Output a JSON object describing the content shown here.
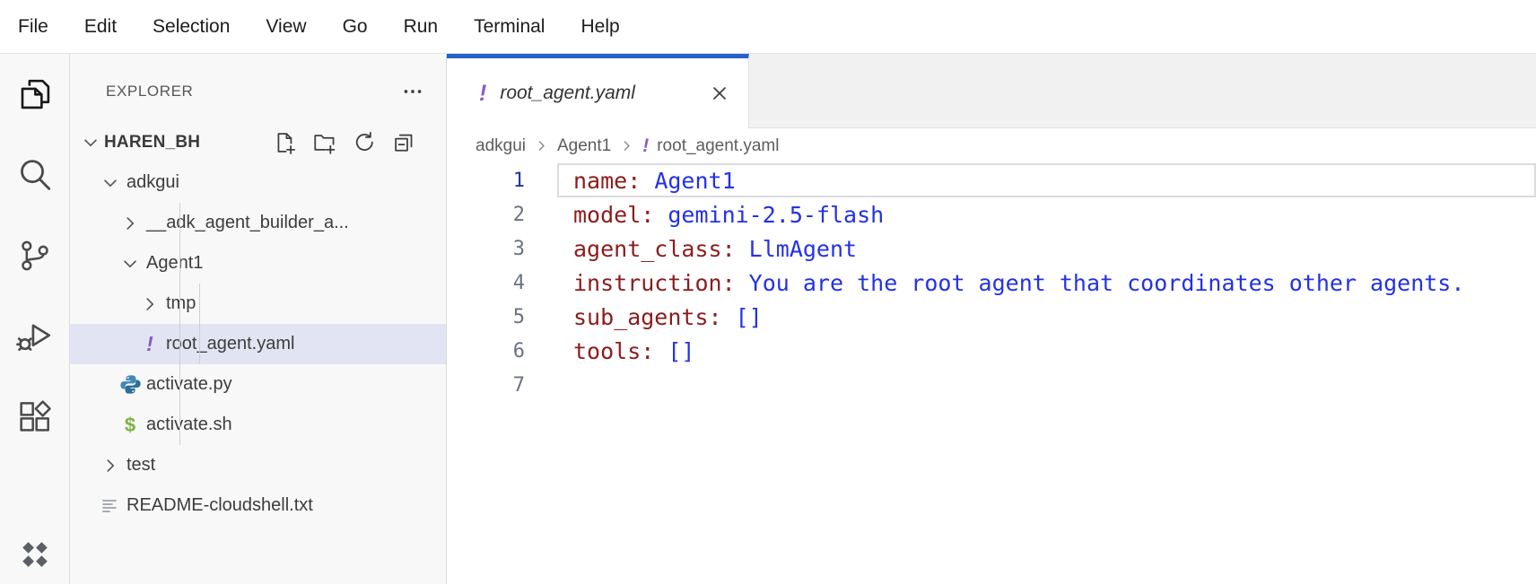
{
  "menu_bar": {
    "items": [
      "File",
      "Edit",
      "Selection",
      "View",
      "Go",
      "Run",
      "Terminal",
      "Help"
    ]
  },
  "activity_bar": {
    "items": [
      {
        "name": "explorer",
        "active": true
      },
      {
        "name": "search",
        "active": false
      },
      {
        "name": "source-control",
        "active": false
      },
      {
        "name": "run-and-debug",
        "active": false
      },
      {
        "name": "extensions",
        "active": false
      },
      {
        "name": "cloud-code",
        "active": false,
        "bottom": true
      }
    ]
  },
  "sidebar": {
    "title": "EXPLORER",
    "more_icon": "ellipsis-icon",
    "section": {
      "name": "HAREN_BH",
      "expanded": true,
      "actions": [
        "new-file",
        "new-folder",
        "refresh",
        "collapse-all"
      ]
    },
    "tree": [
      {
        "label": "adkgui",
        "level": 1,
        "kind": "folder",
        "expanded": true
      },
      {
        "label": "__adk_agent_builder_a...",
        "level": 2,
        "kind": "folder",
        "expanded": false
      },
      {
        "label": "Agent1",
        "level": 2,
        "kind": "folder",
        "expanded": true
      },
      {
        "label": "tmp",
        "level": 3,
        "kind": "folder",
        "expanded": false
      },
      {
        "label": "root_agent.yaml",
        "level": 3,
        "kind": "file",
        "icon": "yaml",
        "selected": true
      },
      {
        "label": "activate.py",
        "level": 2,
        "kind": "file",
        "icon": "python"
      },
      {
        "label": "activate.sh",
        "level": 2,
        "kind": "file",
        "icon": "shell"
      },
      {
        "label": "test",
        "level": 1,
        "kind": "folder",
        "expanded": false
      },
      {
        "label": "README-cloudshell.txt",
        "level": 1,
        "kind": "file",
        "icon": "text"
      }
    ]
  },
  "editor": {
    "tab": {
      "label": "root_agent.yaml",
      "icon_glyph": "!",
      "preview_italic": true,
      "close_glyph": "×"
    },
    "breadcrumb": [
      {
        "label": "adkgui"
      },
      {
        "label": "Agent1"
      },
      {
        "label": "root_agent.yaml",
        "icon_glyph": "!"
      }
    ],
    "language": "yaml",
    "lines": [
      {
        "number": "1",
        "key": "name:",
        "value": "Agent1",
        "active": true
      },
      {
        "number": "2",
        "key": "model:",
        "value": "gemini-2.5-flash"
      },
      {
        "number": "3",
        "key": "agent_class:",
        "value": "LlmAgent"
      },
      {
        "number": "4",
        "key": "instruction:",
        "value": "You are the root agent that coordinates other agents."
      },
      {
        "number": "5",
        "key": "sub_agents:",
        "value": "[]"
      },
      {
        "number": "6",
        "key": "tools:",
        "value": "[]"
      },
      {
        "number": "7",
        "key": "",
        "value": ""
      }
    ]
  },
  "glyphs": {
    "yaml": "!",
    "shell": "$"
  },
  "colors": {
    "tab_accent": "#2563c8",
    "selected_row_bg": "#e2e4f3",
    "yaml_key": "#8c1c1c",
    "yaml_value": "#2331e8",
    "yaml_icon_purple": "#8a5ac5",
    "shell_green": "#7cb342",
    "python_blue_light": "#4089b8",
    "python_blue_dark": "#2d6d99",
    "sidebar_bg": "#f8f8f8",
    "tabbar_bg": "#f1f1f1",
    "line_number": "#6a7380",
    "line_number_active": "#24359c",
    "current_line_border": "#dcdcdc"
  }
}
